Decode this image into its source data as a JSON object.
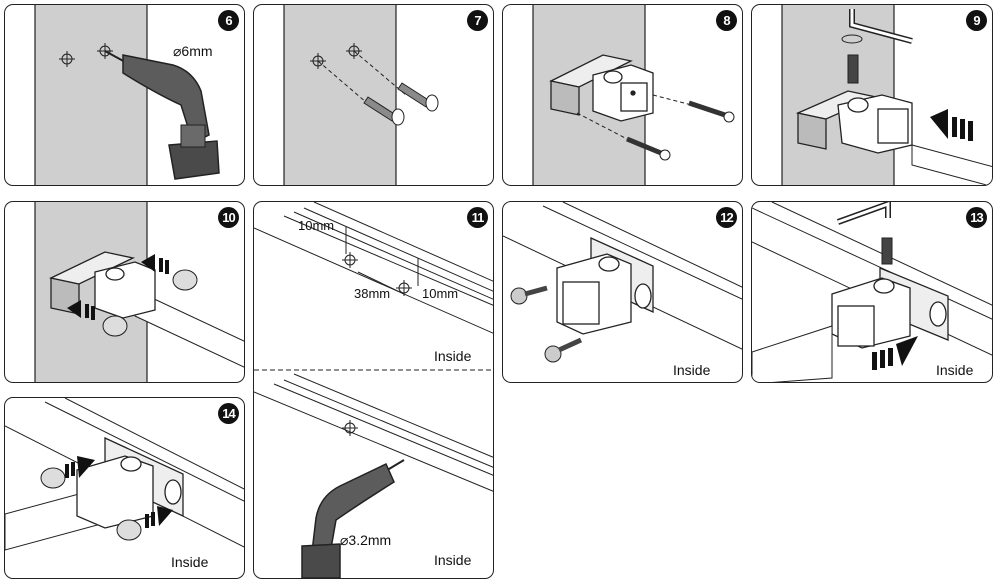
{
  "panels": [
    {
      "id": "p6",
      "step": "6",
      "labels": {
        "drill_size": "⌀6mm"
      }
    },
    {
      "id": "p7",
      "step": "7"
    },
    {
      "id": "p8",
      "step": "8"
    },
    {
      "id": "p9",
      "step": "9"
    },
    {
      "id": "p10",
      "step": "10"
    },
    {
      "id": "p11",
      "step": "11",
      "labels": {
        "dim_top": "10mm",
        "dim_spacing": "38mm",
        "dim_right": "10mm",
        "inside": "Inside",
        "drill_size": "⌀3.2mm",
        "inside_bottom": "Inside"
      }
    },
    {
      "id": "p12",
      "step": "12",
      "labels": {
        "inside": "Inside"
      }
    },
    {
      "id": "p13",
      "step": "13",
      "labels": {
        "inside": "Inside"
      }
    },
    {
      "id": "p14",
      "step": "14",
      "labels": {
        "inside": "Inside"
      }
    }
  ],
  "colors": {
    "wall": "#cfcfcf",
    "line": "#222222",
    "drill": "#5c5c5c",
    "badge": "#111111"
  }
}
